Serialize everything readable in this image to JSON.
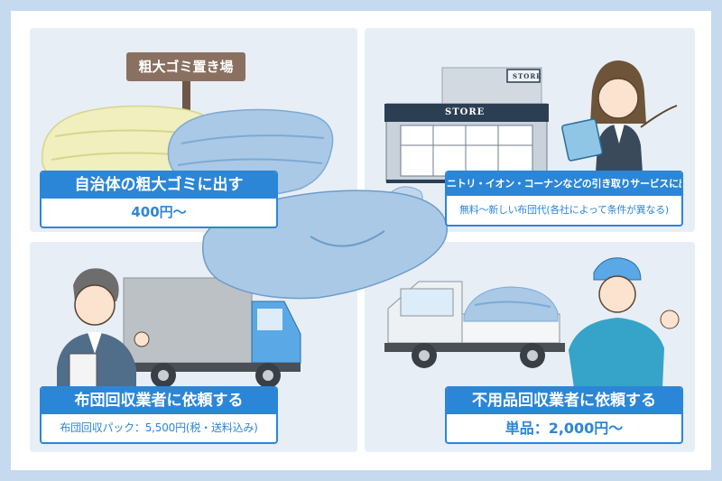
{
  "colors": {
    "frame": "#c5daef",
    "panel_bg": "#e7eef6",
    "accent_blue": "#2c86d7",
    "futon_blue": "#a9c9e6",
    "futon_yellow": "#f0efbd",
    "sign_brown": "#8a7060"
  },
  "center": {
    "icon": "futon-icon"
  },
  "options": [
    {
      "illustration": "futon-pile-with-sign",
      "sign": "粗大ゴミ置き場",
      "title": "自治体の粗大ゴミに出す",
      "value": "400円〜"
    },
    {
      "illustration": "store-and-staff",
      "store_label": "STORE",
      "title": "ニトリ・イオン・コーナンなどの引き取りサービスに出す",
      "value": "無料〜新しい布団代(各社によって条件が異なる)"
    },
    {
      "illustration": "collector-and-box-truck",
      "title": "布団回収業者に依頼する",
      "value": "布団回収パック：5,500円(税・送料込み)"
    },
    {
      "illustration": "pickup-truck-and-worker",
      "title": "不用品回収業者に依頼する",
      "value": "単品：2,000円〜"
    }
  ]
}
